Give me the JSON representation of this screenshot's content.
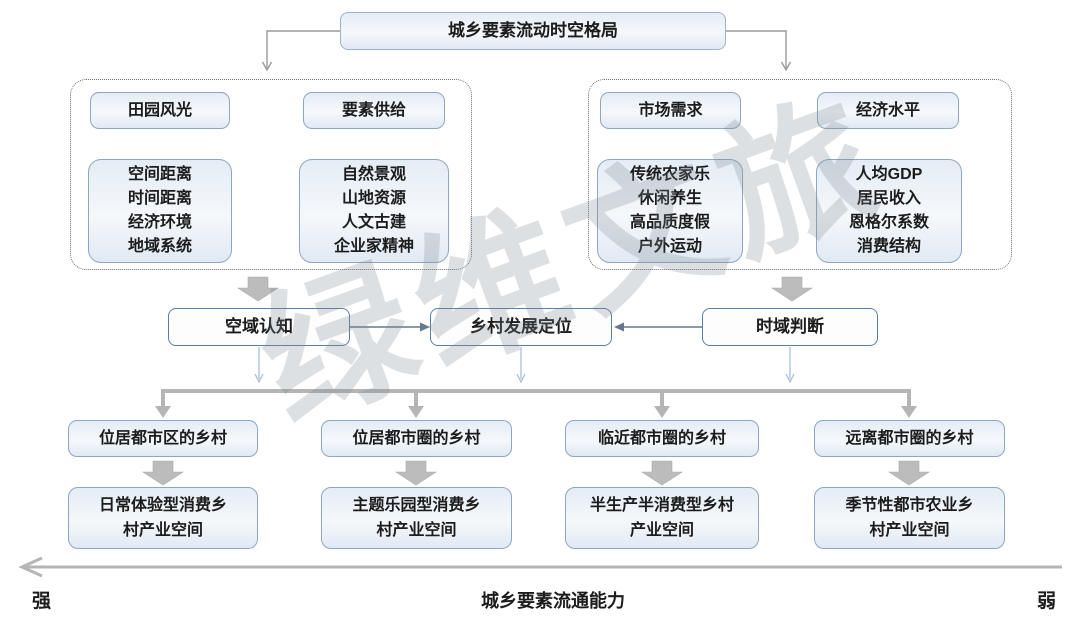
{
  "title": "城乡要素流动时空格局",
  "groups": {
    "left": {
      "columns": [
        {
          "header": "田园风光",
          "items": [
            "空间距离",
            "时间距离",
            "经济环境",
            "地域系统"
          ]
        },
        {
          "header": "要素供给",
          "items": [
            "自然景观",
            "山地资源",
            "人文古建",
            "企业家精神"
          ]
        }
      ]
    },
    "right": {
      "columns": [
        {
          "header": "市场需求",
          "items": [
            "传统农家乐",
            "休闲养生",
            "高品质度假",
            "户外运动"
          ]
        },
        {
          "header": "经济水平",
          "items": [
            "人均GDP",
            "居民收入",
            "恩格尔系数",
            "消费结构"
          ]
        }
      ]
    }
  },
  "decision_row": {
    "left": "空域认知",
    "center": "乡村发展定位",
    "right": "时域判断"
  },
  "village_columns": [
    {
      "type": "位居都市区的乡村",
      "space": "日常体验型消费乡村产业空间"
    },
    {
      "type": "位居都市圈的乡村",
      "space": "主题乐园型消费乡村产业空间"
    },
    {
      "type": "临近都市圈的乡村",
      "space": "半生产半消费型乡村产业空间"
    },
    {
      "type": "远离都市圈的乡村",
      "space": "季节性都市农业乡村产业空间"
    }
  ],
  "axis": {
    "left_label": "强",
    "title": "城乡要素流通能力",
    "right_label": "弱"
  },
  "watermark": "绿维文旅",
  "colors": {
    "box_fill_top": "#e4ecf5",
    "box_fill_bottom": "#e1e9f3",
    "box_border": "#8ea6c2",
    "decision_border": "#5d7ea4",
    "group_dotted_border": "#6e6e6e",
    "thick_arrow_gray": "#b5b5b5",
    "block_arrow_fill": "#bcbcbc",
    "thin_connector_gray": "#9a9a9a",
    "thin_connector_blue": "#9fb3cb",
    "decision_connector": "#64788f"
  }
}
